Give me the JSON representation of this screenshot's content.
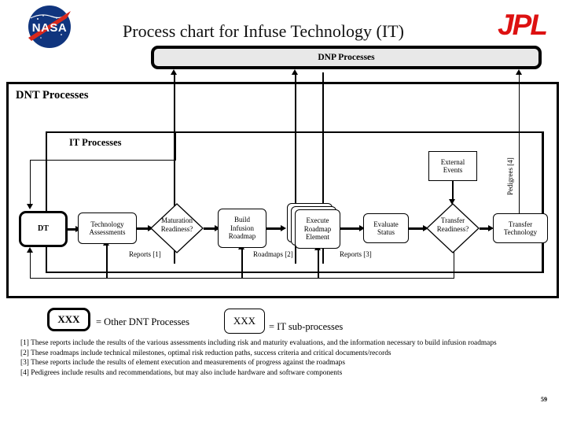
{
  "header": {
    "title": "Process chart for Infuse Technology (IT)",
    "nasa_logo_alt": "NASA",
    "jpl_logo_text": "JPL"
  },
  "containers": {
    "dnp_label": "DNP Processes",
    "dnt_label": "DNT Processes",
    "it_label": "IT Processes"
  },
  "nodes": {
    "dt": "DT",
    "technology_assessments": "Technology\nAssessments",
    "technology_assessments_l1": "Technology",
    "technology_assessments_l2": "Assessments",
    "maturation_readiness_l1": "Maturation",
    "maturation_readiness_l2": "Readiness?",
    "build_infusion_roadmap_l1": "Build",
    "build_infusion_roadmap_l2": "Infusion",
    "build_infusion_roadmap_l3": "Roadmap",
    "execute_roadmap_element_l1": "Execute",
    "execute_roadmap_element_l2": "Roadmap",
    "execute_roadmap_element_l3": "Element",
    "evaluate_status_l1": "Evaluate",
    "evaluate_status_l2": "Status",
    "transfer_readiness_l1": "Transfer",
    "transfer_readiness_l2": "Readiness?",
    "transfer_technology_l1": "Transfer",
    "transfer_technology_l2": "Technology",
    "external_events_l1": "External",
    "external_events_l2": "Events"
  },
  "flow_labels": {
    "reports1": "Reports [1]",
    "roadmaps2": "Roadmaps [2]",
    "reports3": "Reports [3]",
    "pedigrees4": "Pedigrees [4]"
  },
  "legend": {
    "box1_text": "XXX",
    "box1_caption": "= Other DNT Processes",
    "box2_text": "XXX",
    "box2_caption": "= IT sub-processes"
  },
  "footnotes": [
    "[1] These reports include the results of the various assessments including risk and maturity evaluations, and the information necessary to build infusion roadmaps",
    "[2] These roadmaps include technical milestones, optimal risk reduction paths, success criteria and critical documents/records",
    "[3] These reports include the results of element execution and measurements of progress against the roadmaps",
    "[4] Pedigrees include results and recommendations, but may also include hardware and software components"
  ],
  "page_number": "59",
  "colors": {
    "nasa_blue": "#10357e",
    "nasa_red": "#d9291c",
    "jpl_red": "#dd1111",
    "dnp_fill": "#e8e8e8",
    "line": "#000000"
  },
  "chart_data": {
    "type": "diagram",
    "title": "Process chart for Infuse Technology (IT)",
    "flow_sequence": [
      "DT",
      "Technology Assessments",
      "Maturation Readiness?",
      "Build Infusion Roadmap",
      "Execute Roadmap Element",
      "Evaluate Status",
      "Transfer Readiness?",
      "Transfer Technology"
    ],
    "external_inputs": [
      "External Events"
    ],
    "outputs_to_dnp": [
      "Reports [1]",
      "Roadmaps [2]",
      "Reports [3]",
      "Pedigrees [4]"
    ]
  }
}
